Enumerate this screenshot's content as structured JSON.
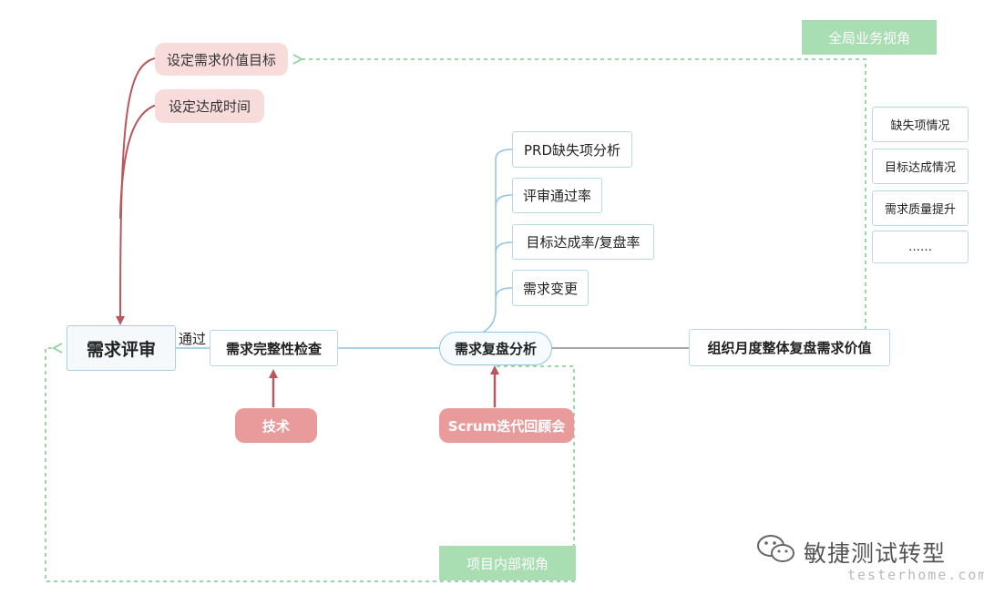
{
  "nodes": {
    "review": "需求评审",
    "pass_label": "通过",
    "completeness": "需求完整性检查",
    "analysis": "需求复盘分析",
    "monthly": "组织月度整体复盘需求价值",
    "set_goal": "设定需求价值目标",
    "set_time": "设定达成时间",
    "tech": "技术",
    "scrum": "Scrum迭代回顾会",
    "project_view": "项目内部视角",
    "global_view": "全局业务视角"
  },
  "analysis_branches": [
    "PRD缺失项分析",
    "评审通过率",
    "目标达成率/复盘率",
    "需求变更"
  ],
  "global_list": [
    "缺失项情况",
    "目标达成情况",
    "需求质量提升",
    "……"
  ],
  "watermark": {
    "title": "敏捷测试转型",
    "site": "testerhome.com"
  },
  "colors": {
    "blue_line": "#8fc3e3",
    "red_arrow": "#b8575d",
    "green_dash": "#8fd49a",
    "gray_line": "#8a8a8a"
  }
}
